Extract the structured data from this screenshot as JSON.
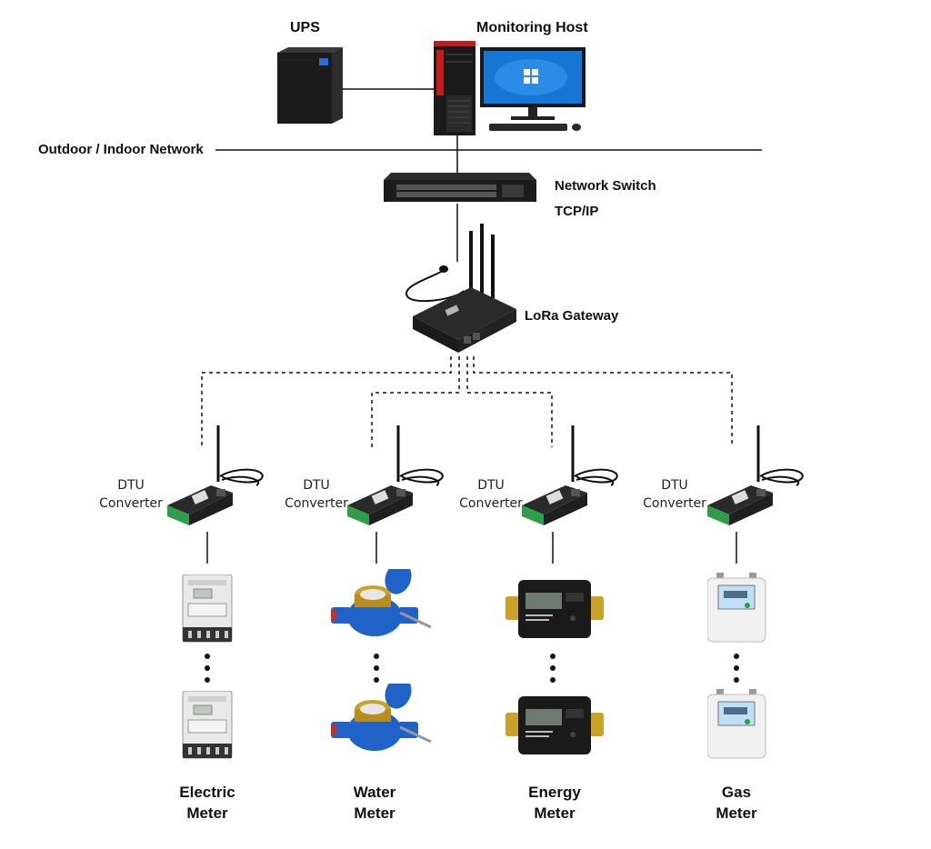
{
  "top": {
    "ups_label": "UPS",
    "host_label": "Monitoring Host",
    "network_label": "Outdoor / Indoor Network"
  },
  "switch": {
    "name": "Network Switch",
    "protocol": "TCP/IP"
  },
  "gateway": {
    "name": "LoRa Gateway"
  },
  "dtu": {
    "line1": "DTU",
    "line2": "Converter"
  },
  "meters": [
    {
      "line1": "Electric",
      "line2": "Meter"
    },
    {
      "line1": "Water",
      "line2": "Meter"
    },
    {
      "line1": "Energy",
      "line2": "Meter"
    },
    {
      "line1": "Gas",
      "line2": "Meter"
    }
  ],
  "colors": {
    "line": "#111111",
    "device_dark": "#1e1e1e",
    "terminal_green": "#2e9e4a",
    "water_blue": "#1f63c9",
    "brass": "#c9a227",
    "monitor_blue": "#1576d6",
    "tower_red": "#c41c1c"
  }
}
